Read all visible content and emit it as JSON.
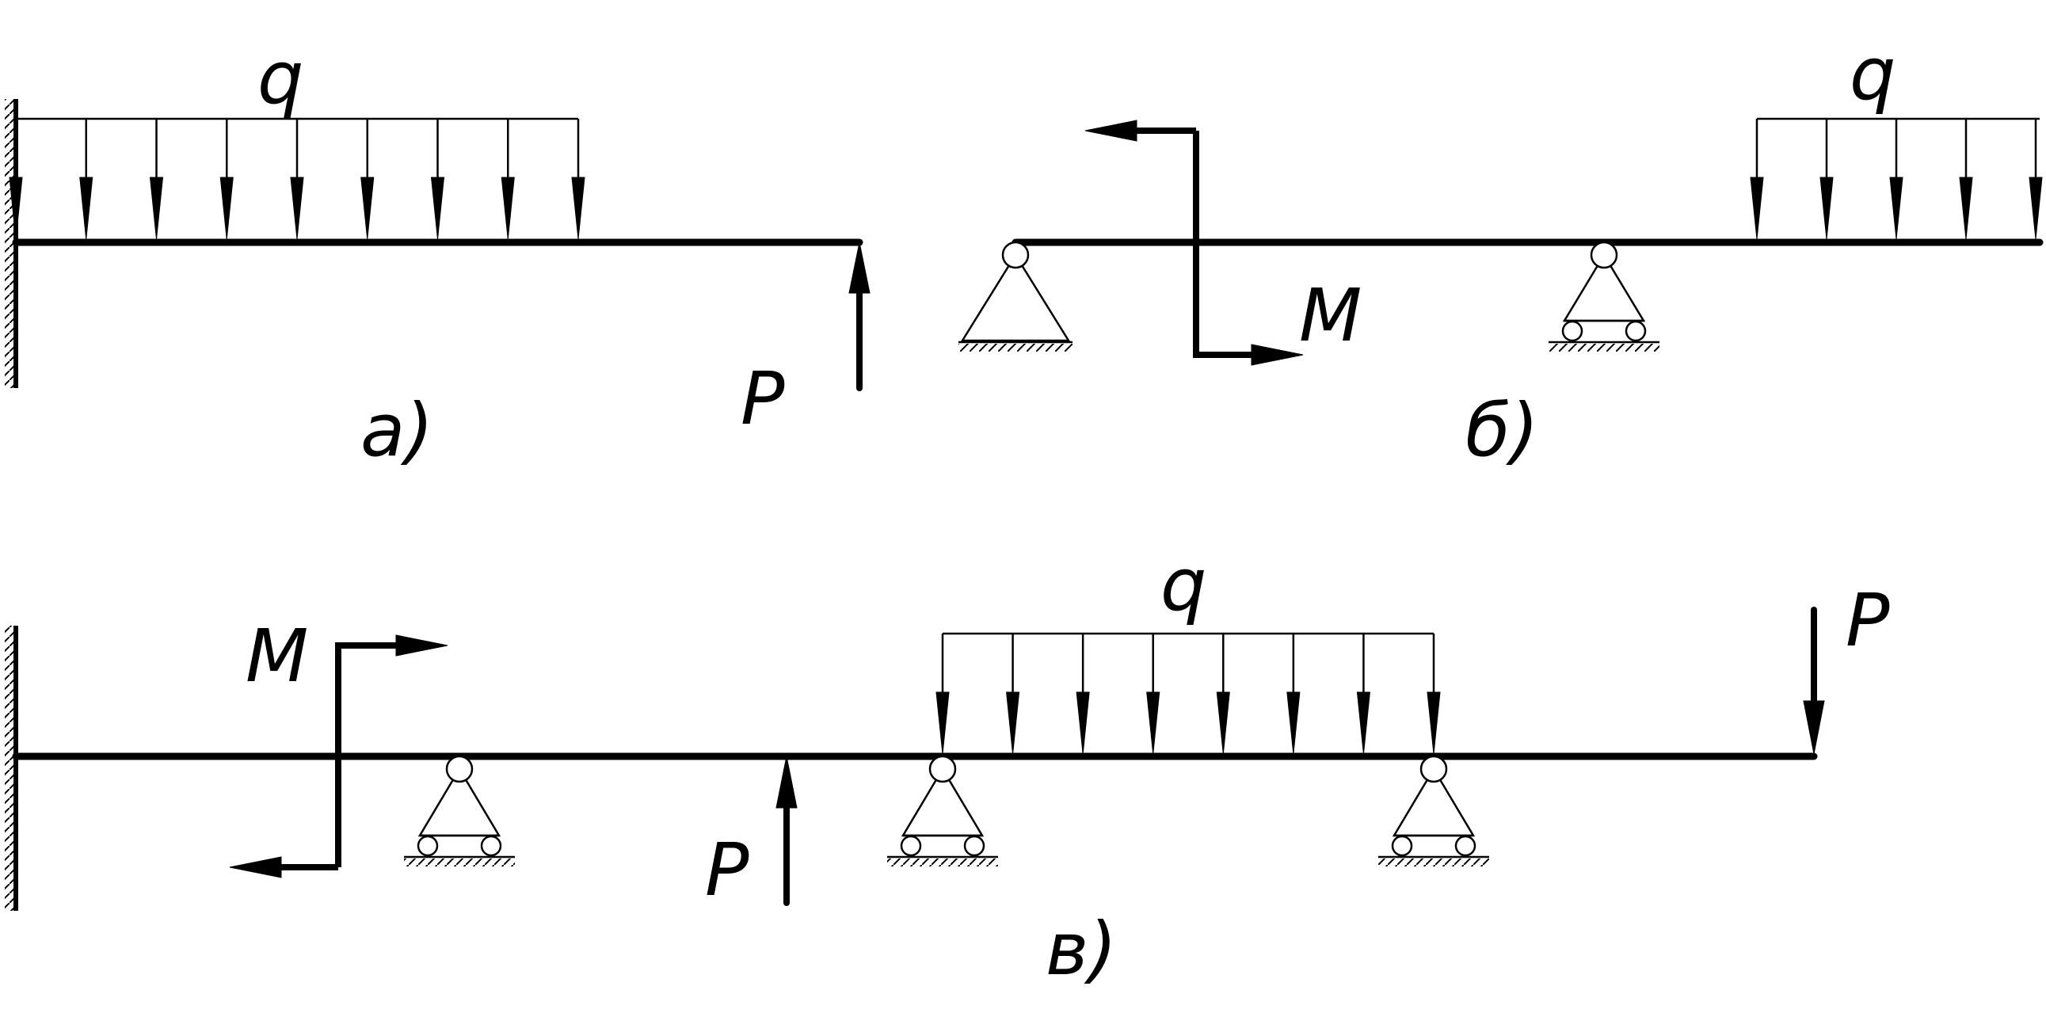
{
  "figures": [
    {
      "id": "a",
      "caption": "a)"
    },
    {
      "id": "b",
      "caption": "б)"
    },
    {
      "id": "c",
      "caption": "в)"
    }
  ],
  "labels": {
    "q": "q",
    "P": "P",
    "M": "M"
  }
}
